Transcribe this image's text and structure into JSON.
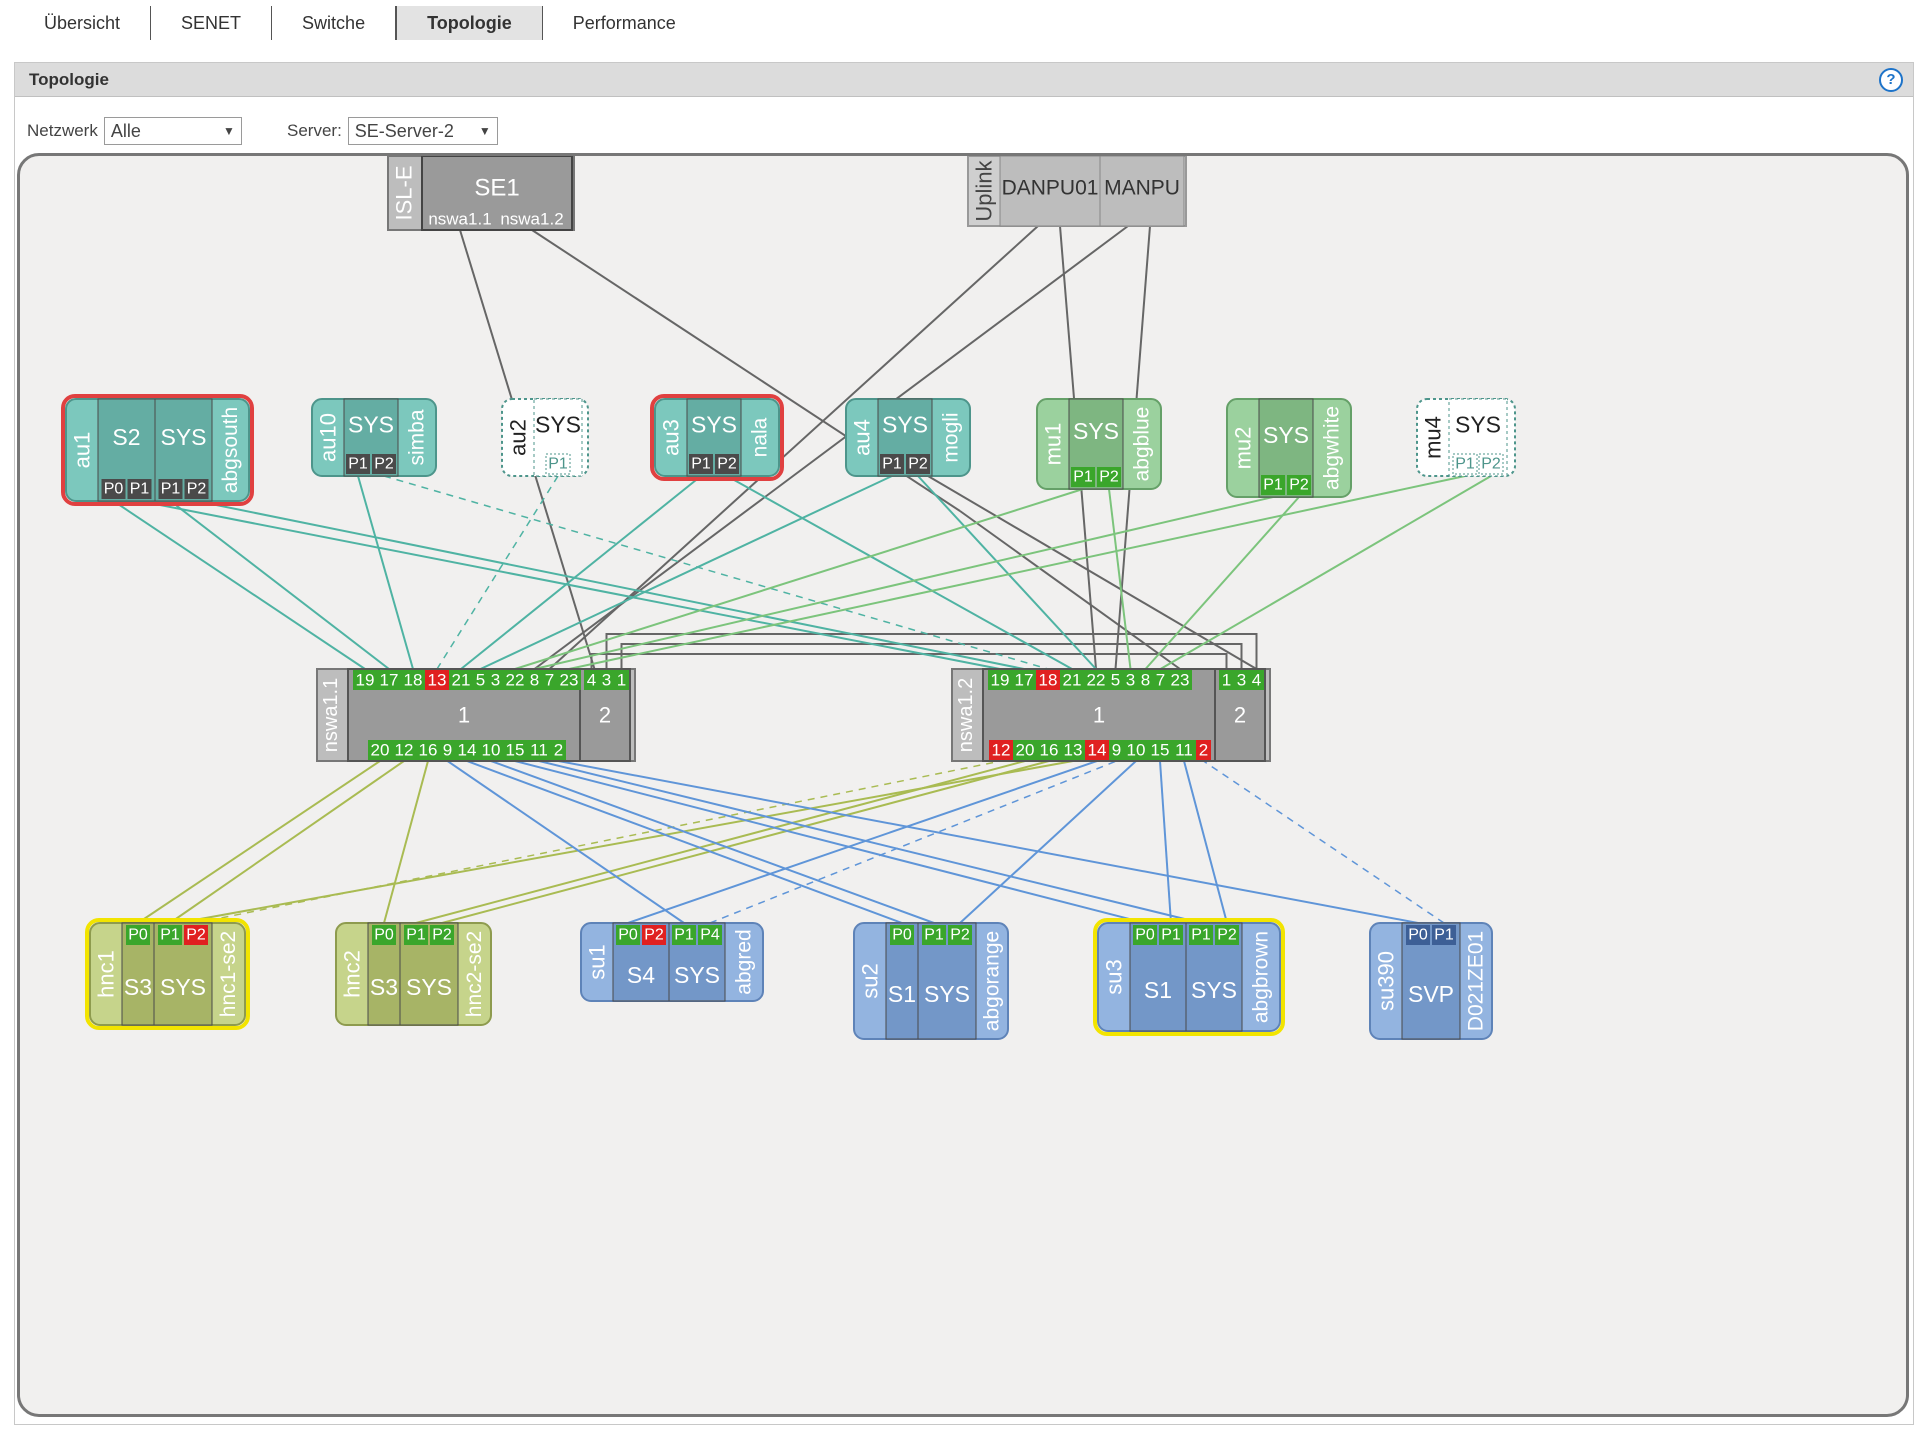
{
  "tabs": [
    {
      "label": "Übersicht"
    },
    {
      "label": "SENET"
    },
    {
      "label": "Switche"
    },
    {
      "label": "Topologie",
      "active": true
    },
    {
      "label": "Performance"
    }
  ],
  "panel": {
    "title": "Topologie",
    "help_icon": "?",
    "network_label": "Netzwerk",
    "network_value": "Alle",
    "server_label": "Server:",
    "server_value": "SE-Server-2"
  },
  "colors": {
    "teal": "#6dc3b7",
    "teal_dark": "#4a9f95",
    "green": "#8ac98e",
    "olive": "#b9ca74",
    "blue": "#86a9da",
    "port_green": "#3aa62b",
    "port_red": "#e02020",
    "selected_red": "#e04040",
    "selected_yellow": "#f2e400"
  },
  "topology": {
    "isl": {
      "side_label": "ISL-E",
      "name": "SE1",
      "ports": [
        "nswa1.1",
        "nswa1.2"
      ]
    },
    "uplink": {
      "side_label": "Uplink",
      "cells": [
        "DANPU01",
        "MANPU"
      ]
    },
    "switches": [
      {
        "name": "nswa1.1",
        "units": [
          "1",
          "2"
        ],
        "top_ports": [
          "19",
          "17",
          "18",
          "13",
          "21",
          "5",
          "3",
          "22",
          "8",
          "7",
          "23"
        ],
        "top_red": [
          "13"
        ],
        "unit2_ports": [
          "4",
          "3",
          "1"
        ],
        "bottom_ports": [
          "20",
          "12",
          "16",
          "9",
          "14",
          "10",
          "15",
          "11",
          "2"
        ],
        "bottom_red": []
      },
      {
        "name": "nswa1.2",
        "units": [
          "1",
          "2"
        ],
        "top_ports": [
          "19",
          "17",
          "18",
          "21",
          "22",
          "5",
          "3",
          "8",
          "7",
          "23"
        ],
        "top_red": [
          "18"
        ],
        "unit2_ports": [
          "1",
          "3",
          "4"
        ],
        "bottom_ports": [
          "12",
          "20",
          "16",
          "13",
          "14",
          "9",
          "10",
          "15",
          "11",
          "2"
        ],
        "bottom_red": [
          "12",
          "14",
          "2"
        ]
      }
    ],
    "top_nodes": [
      {
        "id": "au1",
        "cells": [
          "S2",
          "SYS"
        ],
        "side_label": "abgsouth",
        "ports": [
          [
            "P0",
            "P1"
          ],
          [
            "P1",
            "P2"
          ]
        ],
        "color": "teal",
        "selected": true
      },
      {
        "id": "au10",
        "cells": [
          "SYS"
        ],
        "side_label": "simba",
        "ports": [
          [
            "P1",
            "P2"
          ]
        ],
        "color": "teal"
      },
      {
        "id": "au2",
        "cells": [
          "SYS"
        ],
        "side_label": "",
        "ports": [
          [
            "P1"
          ]
        ],
        "color": "dotted"
      },
      {
        "id": "au3",
        "cells": [
          "SYS"
        ],
        "side_label": "nala",
        "ports": [
          [
            "P1",
            "P2"
          ]
        ],
        "color": "teal",
        "selected": true
      },
      {
        "id": "au4",
        "cells": [
          "SYS"
        ],
        "side_label": "mogli",
        "ports": [
          [
            "P1",
            "P2"
          ]
        ],
        "color": "teal"
      },
      {
        "id": "mu1",
        "cells": [
          "SYS"
        ],
        "side_label": "abgblue",
        "ports": [
          [
            "P1",
            "P2"
          ]
        ],
        "color": "green"
      },
      {
        "id": "mu2",
        "cells": [
          "SYS"
        ],
        "side_label": "abgwhite",
        "ports": [
          [
            "P1",
            "P2"
          ]
        ],
        "color": "green"
      },
      {
        "id": "mu4",
        "cells": [
          "SYS"
        ],
        "side_label": "",
        "ports": [
          [
            "P1",
            "P2"
          ]
        ],
        "color": "dotted"
      }
    ],
    "bottom_nodes": [
      {
        "id": "hnc1",
        "cells": [
          "S3",
          "SYS"
        ],
        "side_label": "hnc1-se2",
        "ports": [
          [
            "P0"
          ],
          [
            "P1",
            "P2"
          ]
        ],
        "red_ports": [
          "P2"
        ],
        "color": "olive",
        "selected": true
      },
      {
        "id": "hnc2",
        "cells": [
          "S3",
          "SYS"
        ],
        "side_label": "hnc2-se2",
        "ports": [
          [
            "P0"
          ],
          [
            "P1",
            "P2"
          ]
        ],
        "color": "olive"
      },
      {
        "id": "su1",
        "cells": [
          "S4",
          "SYS"
        ],
        "side_label": "abgred",
        "ports": [
          [
            "P0",
            "P2"
          ],
          [
            "P1",
            "P4"
          ]
        ],
        "red_ports": [
          "P2"
        ],
        "color": "blue"
      },
      {
        "id": "su2",
        "cells": [
          "S1",
          "SYS"
        ],
        "side_label": "abgorange",
        "ports": [
          [
            "P0"
          ],
          [
            "P1",
            "P2"
          ]
        ],
        "color": "blue"
      },
      {
        "id": "su3",
        "cells": [
          "S1",
          "SYS"
        ],
        "side_label": "abgbrown",
        "ports": [
          [
            "P0",
            "P1"
          ],
          [
            "P1",
            "P2"
          ]
        ],
        "color": "blue",
        "selected": true
      },
      {
        "id": "su390",
        "cells": [
          "SVP"
        ],
        "side_label": "D021ZE01",
        "ports": [
          [
            "P0",
            "P1"
          ]
        ],
        "color": "blue"
      }
    ]
  }
}
